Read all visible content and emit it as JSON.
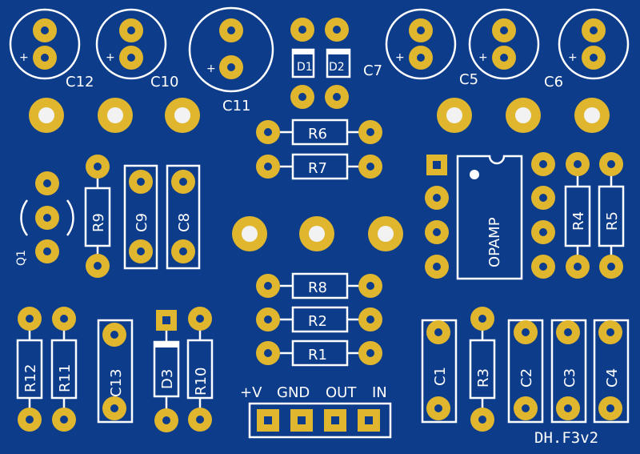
{
  "board": {
    "title": "DH.F3v2",
    "background": "#0d3d8a",
    "pad_color": "#e0b62f",
    "silkscreen_color": "#ffffff"
  },
  "labels": {
    "c12": "C12",
    "c10": "C10",
    "c11": "C11",
    "c7": "C7",
    "c5": "C5",
    "c6": "C6",
    "d1": "D1",
    "d2": "D2",
    "d3": "D3",
    "r1": "R1",
    "r2": "R2",
    "r3": "R3",
    "r4": "R4",
    "r5": "R5",
    "r6": "R6",
    "r7": "R7",
    "r8": "R8",
    "r9": "R9",
    "r10": "R10",
    "r11": "R11",
    "r12": "R12",
    "c1": "C1",
    "c2": "C2",
    "c3": "C3",
    "c4": "C4",
    "c8": "C8",
    "c9": "C9",
    "c13": "C13",
    "q1": "Q1",
    "opamp": "OPAMP",
    "plus": "+"
  },
  "connector": {
    "pins": [
      "+V",
      "GND",
      "OUT",
      "IN"
    ]
  }
}
